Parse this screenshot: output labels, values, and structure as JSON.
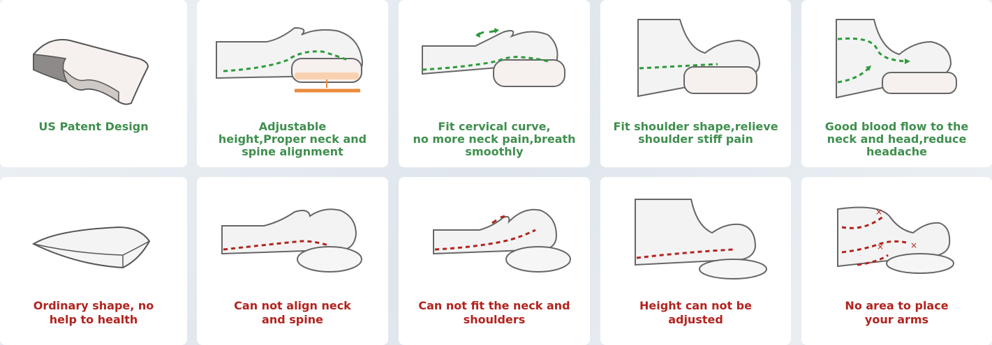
{
  "colors": {
    "good_text": "#3f8f4e",
    "bad_text": "#b3231e",
    "good_line": "#2d9a3a",
    "bad_line": "#b3231e",
    "accent_orange": "#ee8a3a"
  },
  "features": [
    {
      "caption": "US Patent Design",
      "icon": "contour-pillow-icon"
    },
    {
      "caption": "Adjustable\nheight,Proper neck and\nspine alignment",
      "icon": "adjustable-height-icon"
    },
    {
      "caption": "Fit cervical curve,\nno more neck pain,breath\nsmoothly",
      "icon": "cervical-curve-icon"
    },
    {
      "caption": "Fit shoulder shape,relieve\nshoulder stiff pain",
      "icon": "shoulder-support-icon"
    },
    {
      "caption": "Good blood flow to the\nneck and head,reduce\nheadache",
      "icon": "blood-flow-icon"
    }
  ],
  "comparisons": [
    {
      "caption": "Ordinary shape, no\nhelp to health",
      "icon": "ordinary-pillow-icon"
    },
    {
      "caption": "Can not align neck\nand spine",
      "icon": "misaligned-spine-icon"
    },
    {
      "caption": "Can not fit the neck and\nshoulders",
      "icon": "poor-fit-icon"
    },
    {
      "caption": "Height can not be\nadjusted",
      "icon": "fixed-height-icon"
    },
    {
      "caption": "No area to place\nyour arms",
      "icon": "no-arm-area-icon"
    }
  ]
}
